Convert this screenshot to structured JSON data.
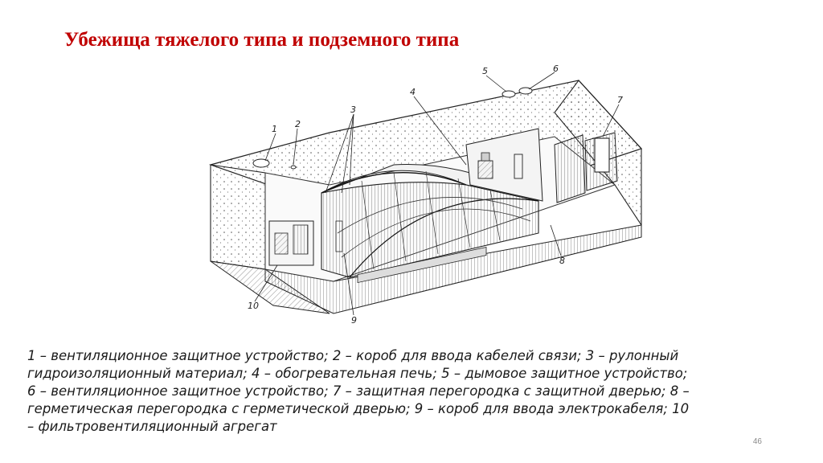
{
  "slide": {
    "title": "Убежища тяжелого типа и подземного типа",
    "page_number": "46"
  },
  "diagram": {
    "callouts": [
      "1",
      "2",
      "3",
      "4",
      "5",
      "6",
      "7",
      "8",
      "9",
      "10"
    ]
  },
  "legend": {
    "lines": [
      "1 – вентиляционное защитное устройство; 2 – короб для ввода кабелей связи; 3 – рулонный",
      "гидроизоляционный материал; 4 – обогревательная печь; 5 – дымовое защитное устройство;",
      "6 – вентиляционное защитное устройство; 7 – защитная перегородка с защитной дверью; 8 –",
      "герметическая перегородка с герметической дверью; 9 – короб для ввода электрокабеля; 10",
      "– фильтровентиляционный агрегат"
    ]
  }
}
